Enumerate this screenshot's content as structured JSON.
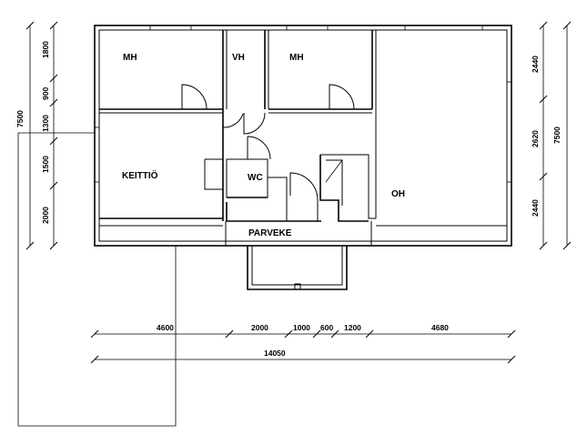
{
  "rooms": {
    "mh1": "MH",
    "vh": "VH",
    "mh2": "MH",
    "keittio": "KEITTIÖ",
    "wc": "WC",
    "oh": "OH",
    "parveke": "PARVEKE"
  },
  "dimensions": {
    "bottom_row1": [
      "4600",
      "2000",
      "1000",
      "600",
      "1200",
      "4680"
    ],
    "bottom_total": "14050",
    "left_segments": [
      "1800",
      "900",
      "1300",
      "1500",
      "2000"
    ],
    "left_total": "7500",
    "right_segments": [
      "2440",
      "2620",
      "2440"
    ],
    "right_total": "7500"
  }
}
